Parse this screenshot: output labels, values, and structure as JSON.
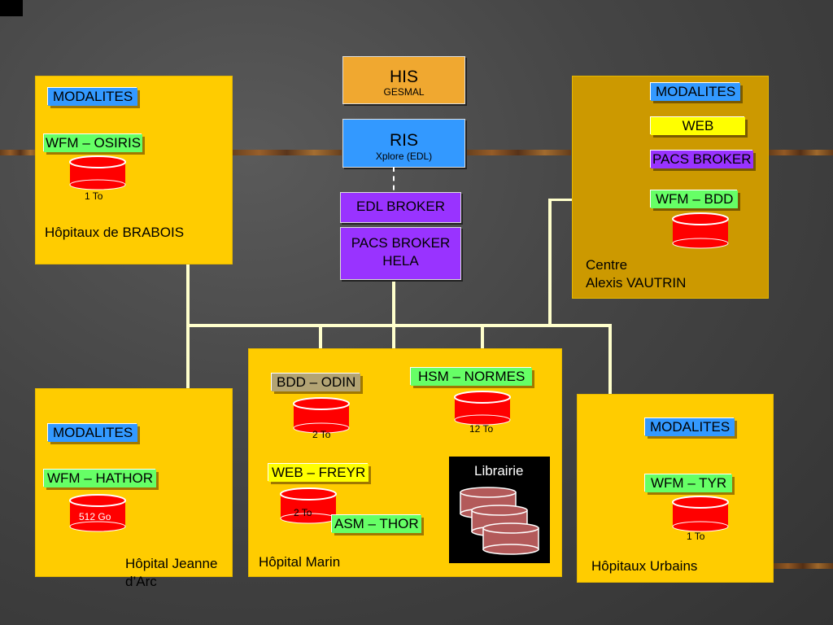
{
  "colors": {
    "panel": "#ffcc00",
    "panel_dark": "#cc9900",
    "modalites": "#3399ff",
    "wfm": "#66ff66",
    "broker": "#9933ff",
    "his": "#f0a830",
    "ris": "#3399ff",
    "db": "#ff0000",
    "librairie_bg": "#000000"
  },
  "his": {
    "title": "HIS",
    "subtitle": "GESMAL"
  },
  "ris": {
    "title": "RIS",
    "subtitle": "Xplore (EDL)"
  },
  "edl_broker": "EDL BROKER",
  "pacs_broker_hela": {
    "line1": "PACS BROKER",
    "line2": "HELA"
  },
  "brabois": {
    "modalites": "MODALITES",
    "wfm": "WFM – OSIRIS",
    "db_size": "1 To",
    "name": "Hôpitaux de BRABOIS"
  },
  "vautrin": {
    "modalites": "MODALITES",
    "web": "WEB",
    "pacs_broker": "PACS BROKER",
    "wfm": "WFM – BDD",
    "name": "Centre\nAlexis VAUTRIN"
  },
  "jeanne": {
    "modalites": "MODALITES",
    "wfm": "WFM – HATHOR",
    "db_size": "512 Go",
    "name": "Hôpital Jeanne\nd’Arc"
  },
  "marin": {
    "bdd": "BDD – ODIN",
    "bdd_size": "2 To",
    "hsm": "HSM – NORMES",
    "hsm_size": "12 To",
    "web": "WEB – FREYR",
    "web_size": "2 To",
    "asm": "ASM – THOR",
    "librairie": "Librairie",
    "name": "Hôpital Marin"
  },
  "urbains": {
    "modalites": "MODALITES",
    "wfm": "WFM – TYR",
    "db_size": "1 To",
    "name": "Hôpitaux Urbains"
  }
}
